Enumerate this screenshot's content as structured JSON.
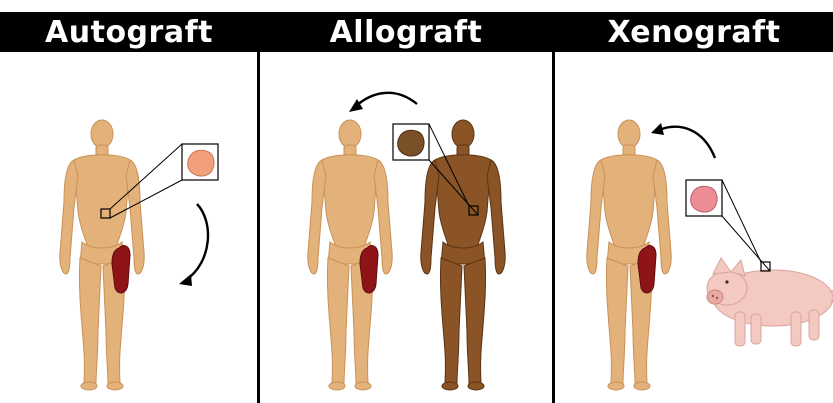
{
  "panels": [
    {
      "title": "Autograft",
      "skin": "#e2b27a",
      "skin_dark": "#c99056",
      "tissue_color": "#f2a07c",
      "lesion_color": "#8f1418"
    },
    {
      "title": "Allograft",
      "skin": "#e2b27a",
      "skin_dark": "#c99056",
      "donor_skin": "#8a5426",
      "donor_dark": "#5a3414",
      "tissue_color": "#7a5028",
      "lesion_color": "#8f1418"
    },
    {
      "title": "Xenograft",
      "skin": "#e2b27a",
      "skin_dark": "#c99056",
      "pig_color": "#f3c9c2",
      "tissue_color": "#ee8c95",
      "lesion_color": "#8f1418"
    }
  ]
}
